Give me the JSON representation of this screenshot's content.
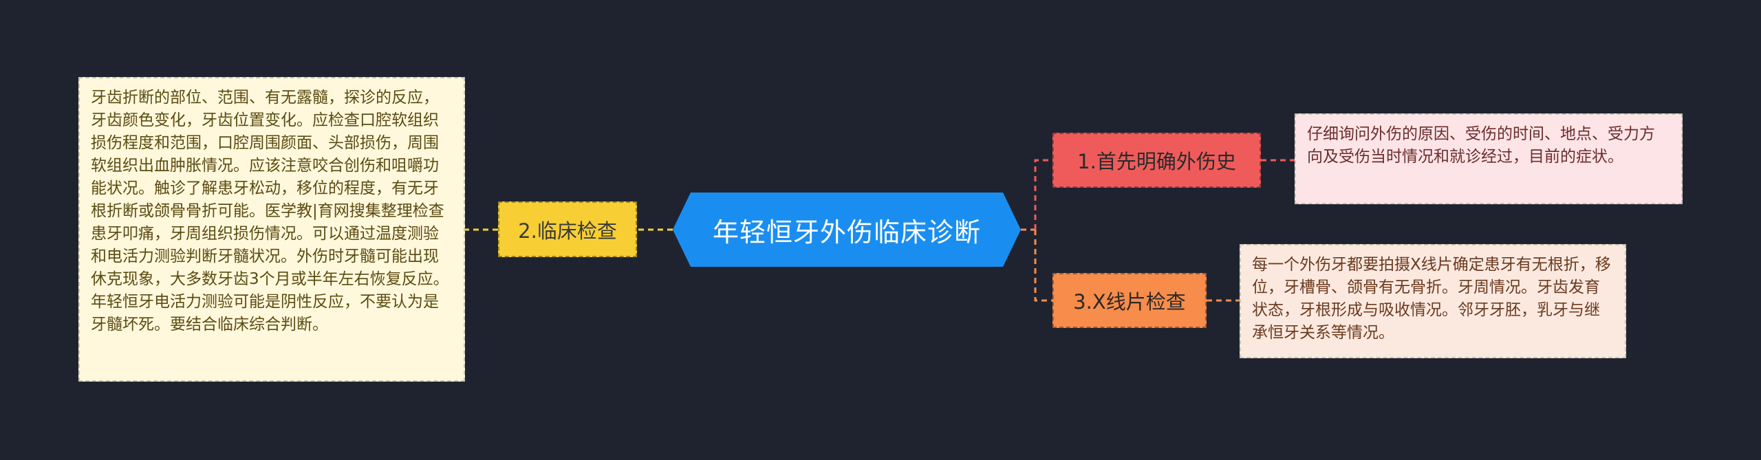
{
  "mindmap": {
    "central": "年轻恒牙外伤临床诊断",
    "branches": [
      {
        "label": "1.首先明确外伤史",
        "detail": "仔细询问外伤的原因、受伤的时间、地点、受力方向及受伤当时情况和就诊经过，目前的症状。"
      },
      {
        "label": "2.临床检查",
        "detail": "牙齿折断的部位、范围、有无露髓，探诊的反应，牙齿颜色变化，牙齿位置变化。应检查口腔软组织损伤程度和范围，口腔周围颜面、头部损伤，周围软组织出血肿胀情况。应该注意咬合创伤和咀嚼功能状况。触诊了解患牙松动，移位的程度，有无牙根折断或颌骨骨折可能。医学教|育网搜集整理检查患牙叩痛，牙周组织损伤情况。可以通过温度测验和电活力测验判断牙髓状况。外伤时牙髓可能出现休克现象，大多数牙齿3个月或半年左右恢复反应。年轻恒牙电活力测验可能是阴性反应，不要认为是牙髓坏死。要结合临床综合判断。"
      },
      {
        "label": "3.X线片检查",
        "detail": "每一个外伤牙都要拍摄X线片确定患牙有无根折，移位，牙槽骨、颌骨有无骨折。牙周情况。牙齿发育状态，牙根形成与吸收情况。邻牙牙胚，乳牙与继承恒牙关系等情况。"
      }
    ]
  },
  "colors": {
    "background": "#1f2330",
    "central": "#1a8ef0",
    "branch1": "#ef5b5b",
    "branch2": "#f7cf34",
    "branch3": "#f88c4b",
    "leaf1": "#fde4e7",
    "leaf2": "#fff8dc",
    "leaf3": "#fbe9e0"
  }
}
